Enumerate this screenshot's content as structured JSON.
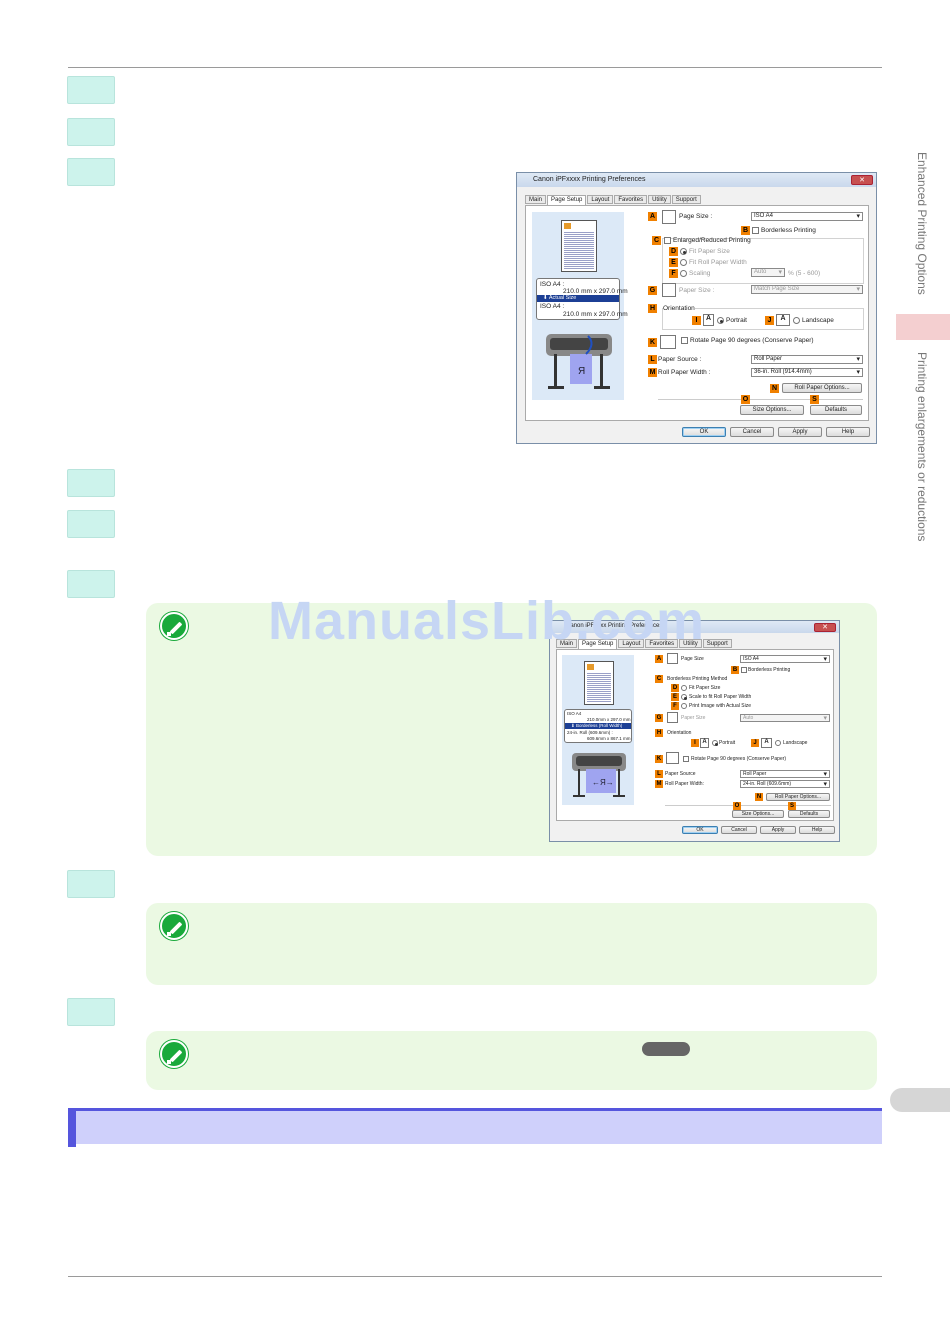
{
  "watermark": "ManualsLib.com",
  "sidebar": {
    "label1": "Enhanced Printing Options",
    "label2": "Printing enlargements or reductions"
  },
  "dialog1": {
    "title": "Canon iPFxxxx Printing Preferences",
    "close": "✕",
    "tabs": [
      "Main",
      "Page Setup",
      "Layout",
      "Favorites",
      "Utility",
      "Support"
    ],
    "preview": {
      "size1": "ISO A4 :",
      "dim1": "210.0 mm x 297.0 mm",
      "selected": "Actual Size",
      "size2": "ISO A4 :",
      "dim2": "210.0 mm x 297.0 mm"
    },
    "labels": {
      "A": "A",
      "B": "B",
      "C": "C",
      "D": "D",
      "E": "E",
      "F": "F",
      "G": "G",
      "H": "H",
      "I": "I",
      "J": "J",
      "K": "K",
      "L": "L",
      "M": "M",
      "N": "N",
      "O": "O",
      "S": "S"
    },
    "page_size_label": "Page Size :",
    "page_size_value": "ISO A4",
    "borderless": "Borderless Printing",
    "enlarged": "Enlarged/Reduced Printing",
    "fit_paper": "Fit Paper Size",
    "fit_roll": "Fit Roll Paper Width",
    "scaling": "Scaling",
    "scaling_value": "Auto",
    "scaling_range": "% (5 - 600)",
    "paper_size_label": "Paper Size :",
    "paper_size_value": "Match Page Size",
    "orientation": "Orientation",
    "portrait": "Portrait",
    "landscape": "Landscape",
    "rotate": "Rotate Page 90 degrees (Conserve Paper)",
    "paper_source_label": "Paper Source :",
    "paper_source_value": "Roll Paper",
    "roll_width_label": "Roll Paper Width :",
    "roll_width_value": "36-in. Roll (914.4mm)",
    "roll_options": "Roll Paper Options...",
    "size_options": "Size Options...",
    "defaults": "Defaults",
    "ok": "OK",
    "cancel": "Cancel",
    "apply": "Apply",
    "help": "Help"
  },
  "dialog2": {
    "title": "Canon iPFxxxx Printing Preferences",
    "close": "✕",
    "tabs": [
      "Main",
      "Page Setup",
      "Layout",
      "Favorites",
      "Utility",
      "Support"
    ],
    "preview": {
      "size1": "ISO A4",
      "dim1": "210.0mm x 297.0 mm",
      "selected": "Borderless (Roll Width)",
      "size2": "24-in. Roll (609.6mm) :",
      "dim2": "609.6mm x 867.1 mm"
    },
    "page_size_label": "Page Size",
    "page_size_value": "ISO A4",
    "borderless": "Borderless Printing",
    "method": "Borderless Printing Method",
    "fit_paper": "Fit Paper Size",
    "scale_roll": "Scale to fit Roll Paper Width",
    "print_actual": "Print Image with Actual Size",
    "paper_size_label": "Paper Size",
    "paper_size_value": "Auto",
    "orientation": "Orientation",
    "portrait": "Portrait",
    "landscape": "Landscape",
    "rotate": "Rotate Page 90 degrees (Conserve Paper)",
    "paper_source_label": "Paper Source",
    "paper_source_value": "Roll Paper",
    "roll_width_label": "Roll Paper Width:",
    "roll_width_value": "24-in. Roll (609.6mm)",
    "roll_options": "Roll Paper Options...",
    "size_options": "Size Options...",
    "defaults": "Defaults",
    "ok": "OK",
    "cancel": "Cancel",
    "apply": "Apply",
    "help": "Help"
  }
}
